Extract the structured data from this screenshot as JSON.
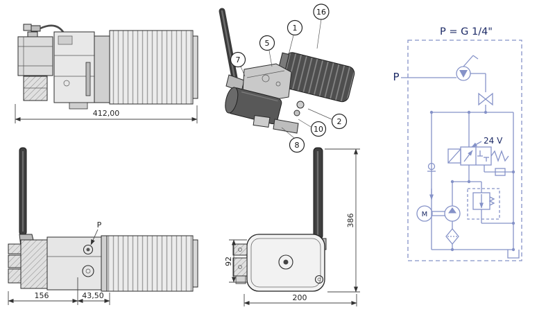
{
  "drawing": {
    "top_side_view": {
      "dim_length": "412,00"
    },
    "iso_view": {
      "callouts": {
        "c7": "7",
        "c5": "5",
        "c1": "1",
        "c16": "16",
        "c2": "2",
        "c10": "10",
        "c8": "8"
      }
    },
    "bottom_side_view": {
      "port_label": "P",
      "dim_a": "156",
      "dim_b": "43,50"
    },
    "bottom_front_view": {
      "dim_height": "92",
      "dim_width": "200",
      "dim_total_height": "386"
    },
    "schematic": {
      "title": "P = G 1/4\"",
      "port_label": "P",
      "voltage": "24 V",
      "motor": "M"
    }
  },
  "colors": {
    "drawing_line": "#2b2b2b",
    "schematic_line": "#8592c8",
    "schematic_text": "#1c2a66",
    "fill_light": "#e8e8e8",
    "fill_dark": "#4e4e4e"
  }
}
